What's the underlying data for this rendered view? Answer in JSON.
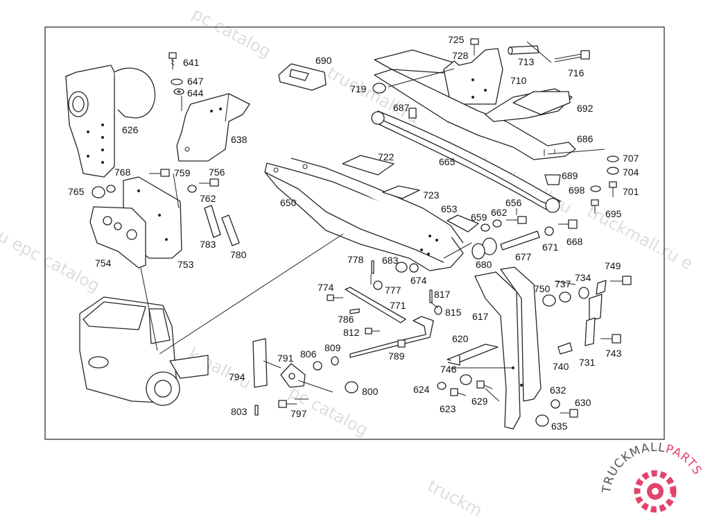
{
  "watermarks": [
    "pc catalog",
    "truckmall.ru",
    "truckmall.ru",
    "u epc catalog",
    "truckmall.ru e",
    "kmall.ru",
    "pc catalog",
    "truckm"
  ],
  "logo": {
    "text_dark": "TRUCKMALL",
    "text_accent": "PARTS",
    "accent_color": "#e2456a",
    "dark_color": "#555555"
  },
  "labels": {
    "l641": "641",
    "l647": "647",
    "l644": "644",
    "l626": "626",
    "l638": "638",
    "l690": "690",
    "l725": "725",
    "l728": "728",
    "l713": "713",
    "l716": "716",
    "l710": "710",
    "l719": "719",
    "l687": "687",
    "l692": "692",
    "l686": "686",
    "l665": "665",
    "l722": "722",
    "l723": "723",
    "l707": "707",
    "l704": "704",
    "l689": "689",
    "l698": "698",
    "l701": "701",
    "l695": "695",
    "l650": "650",
    "l653": "653",
    "l659": "659",
    "l662": "662",
    "l656": "656",
    "l677": "677",
    "l671": "671",
    "l668": "668",
    "l680": "680",
    "l765": "765",
    "l768": "768",
    "l759": "759",
    "l756": "756",
    "l762": "762",
    "l754": "754",
    "l753": "753",
    "l783": "783",
    "l780": "780",
    "l778": "778",
    "l683": "683",
    "l674": "674",
    "l774": "774",
    "l777": "777",
    "l771": "771",
    "l817": "817",
    "l815": "815",
    "l786": "786",
    "l812": "812",
    "l789": "789",
    "l749": "749",
    "l734": "734",
    "l737": "737",
    "l750": "750",
    "l617": "617",
    "l731": "731",
    "l743": "743",
    "l740": "740",
    "l620": "620",
    "l746": "746",
    "l624": "624",
    "l623": "623",
    "l629": "629",
    "l632": "632",
    "l630": "630",
    "l635": "635",
    "l794": "794",
    "l791": "791",
    "l806": "806",
    "l809": "809",
    "l800": "800",
    "l797": "797",
    "l803": "803"
  }
}
